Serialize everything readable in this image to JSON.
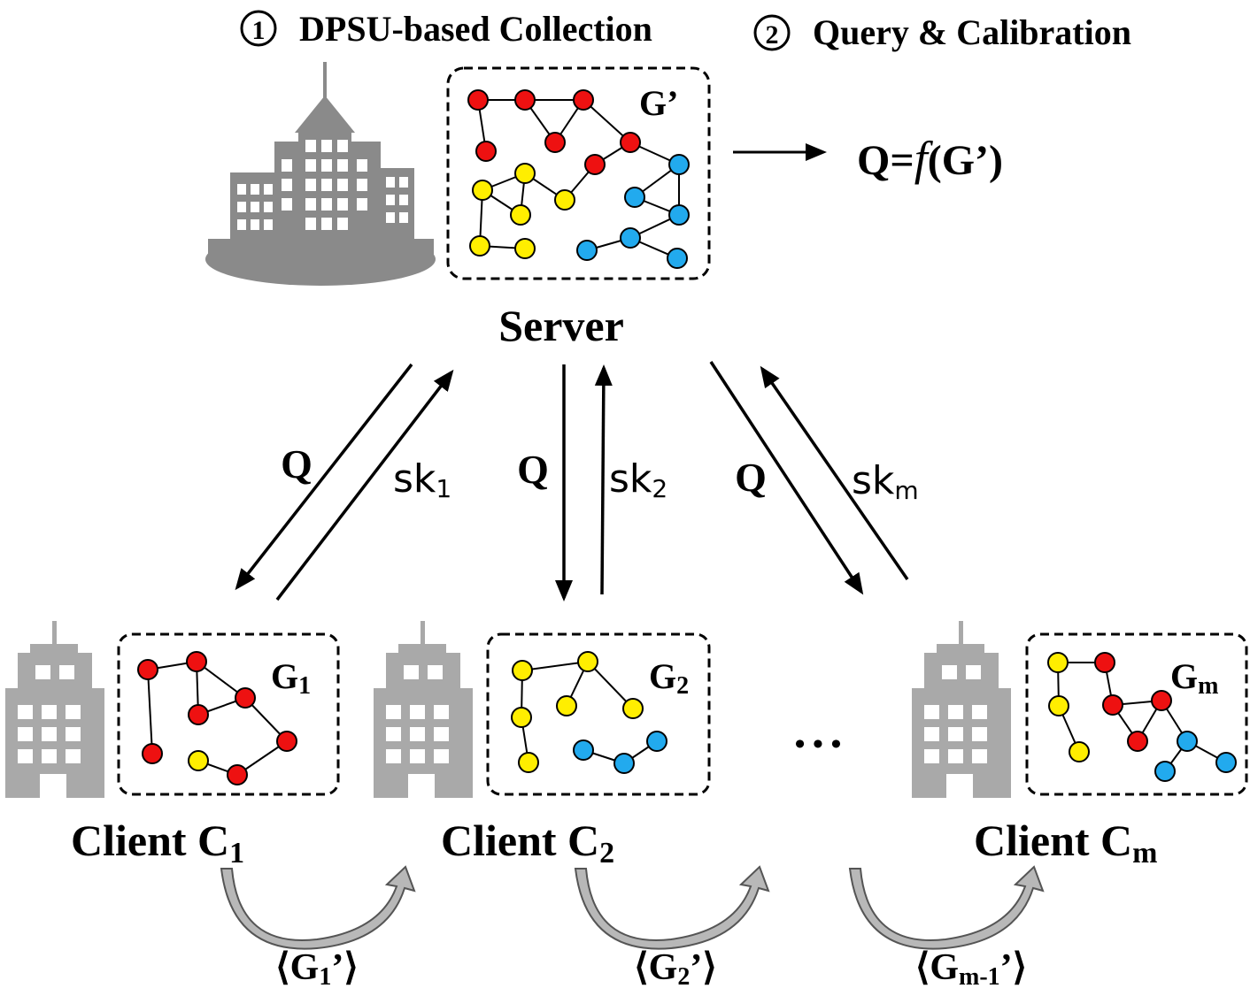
{
  "header": {
    "step1_number": "1",
    "step1_text": "DPSU-based Collection",
    "step2_number": "2",
    "step2_text": "Query & Calibration"
  },
  "server": {
    "label": "Server",
    "graph_label_main": "G",
    "graph_label_prime": "’",
    "query_formula_left": "Q=",
    "query_formula_f": "f",
    "query_formula_right": "(G’)"
  },
  "links": [
    {
      "query_label": "Q",
      "key_main": "sk",
      "key_sub": "1"
    },
    {
      "query_label": "Q",
      "key_main": "sk",
      "key_sub": "2"
    },
    {
      "query_label": "Q",
      "key_main": "sk",
      "key_sub": "m"
    }
  ],
  "clients": [
    {
      "label_main": "Client C",
      "label_sub": "1",
      "graph_main": "G",
      "graph_sub": "1"
    },
    {
      "label_main": "Client C",
      "label_sub": "2",
      "graph_main": "G",
      "graph_sub": "2"
    },
    {
      "label_main": "Client C",
      "label_sub": "m",
      "graph_main": "G",
      "graph_sub": "m"
    }
  ],
  "ellipsis": "• • •",
  "transfers": [
    {
      "open": "⟨",
      "main": "G",
      "sub": "1",
      "close": "’⟩"
    },
    {
      "open": "⟨",
      "main": "G",
      "sub": "2",
      "close": "’⟩"
    },
    {
      "open": "⟨",
      "main": "G",
      "sub": "m-1",
      "close": "’⟩"
    }
  ],
  "colors": {
    "red_node": "#ee1111",
    "yellow_node": "#ffee00",
    "blue_node": "#22aaee",
    "building_dark": "#8a8a8a",
    "building_light": "#a9a9a9",
    "curved_arrow": "#b8b8b8"
  }
}
